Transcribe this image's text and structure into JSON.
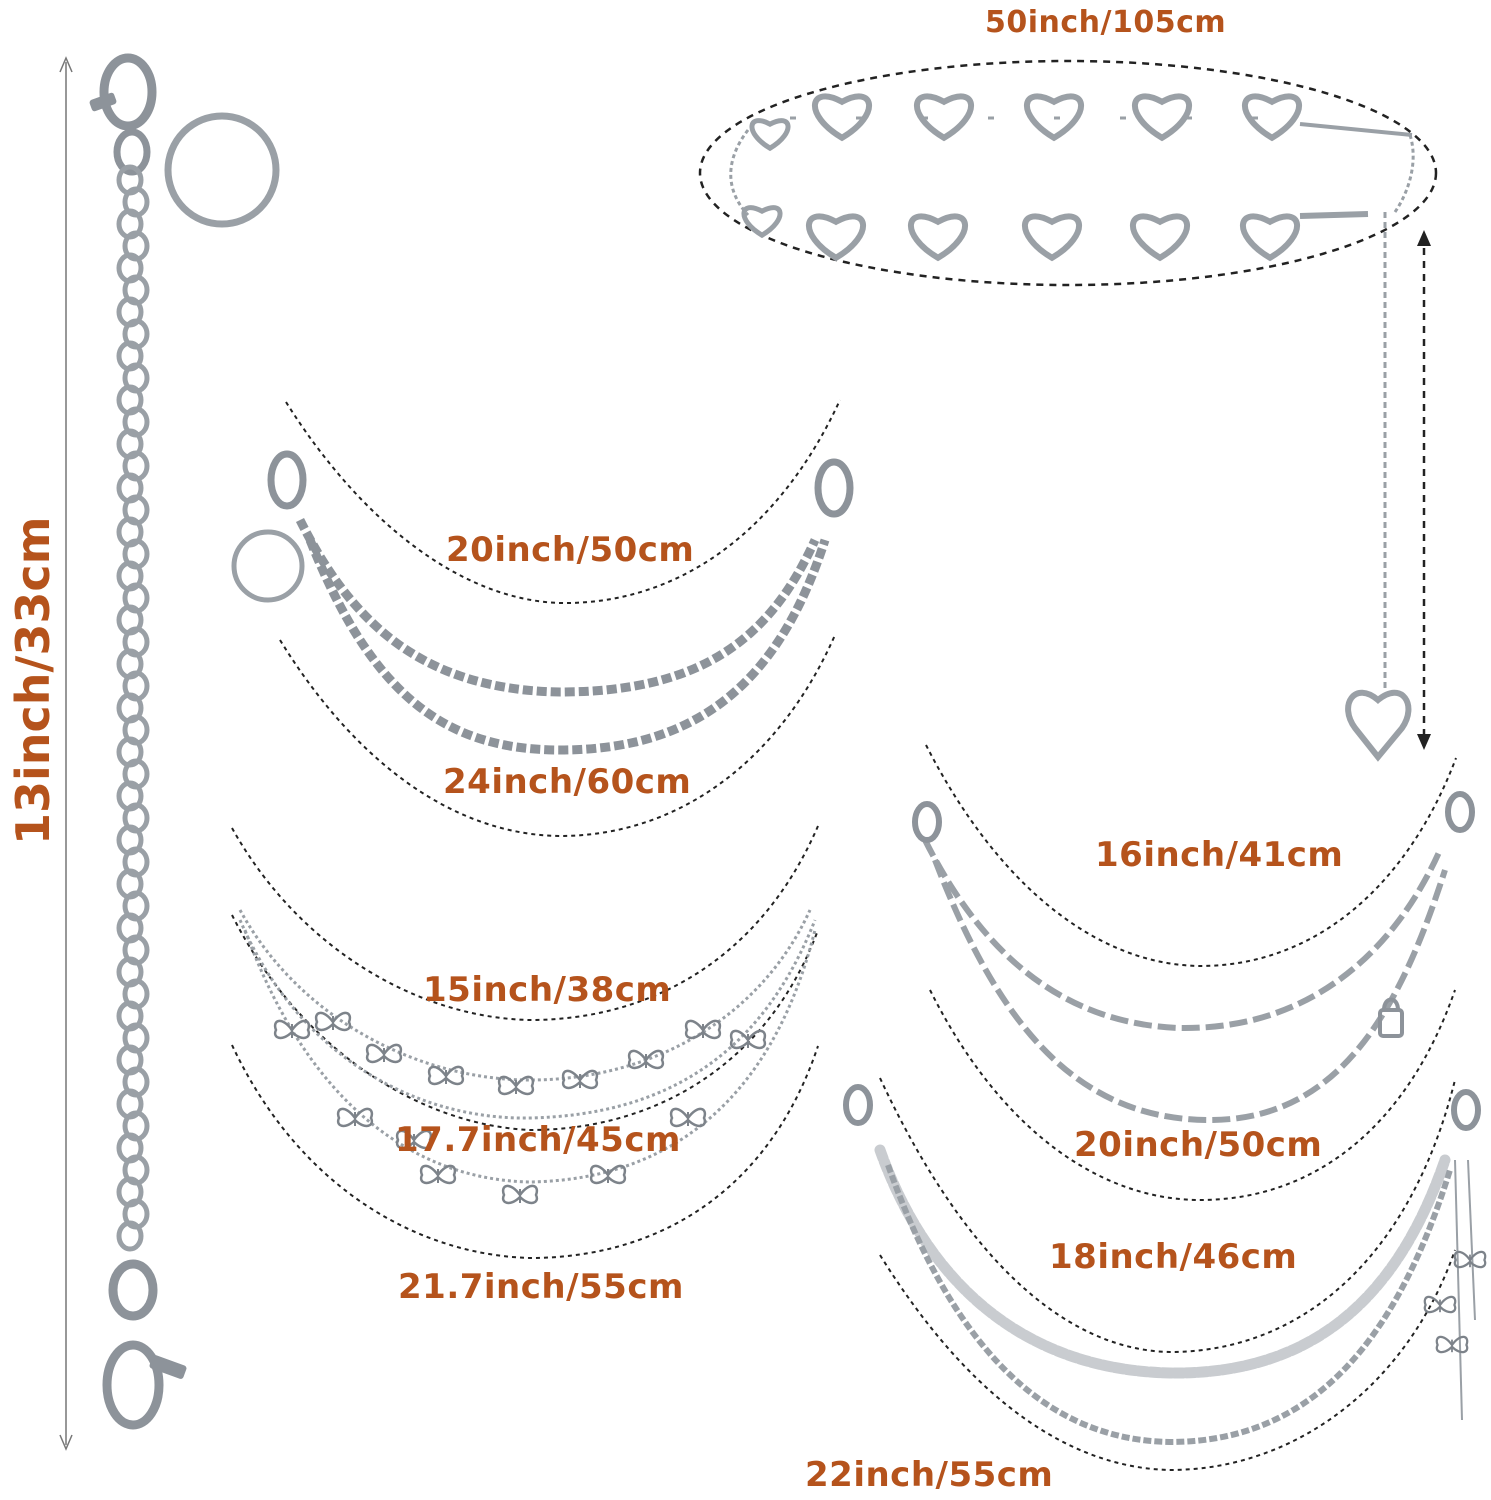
{
  "colors": {
    "label": "#b5531c",
    "metal": "#9aa0a6",
    "metal_dark": "#5d6268",
    "guide": "#222222"
  },
  "products": [
    {
      "id": "long-keychain",
      "label": "13inch/33cm"
    },
    {
      "id": "heart-waist-chain",
      "label": "50inch/105cm"
    },
    {
      "id": "double-curb-chain",
      "labels": [
        "20inch/50cm",
        "24inch/60cm"
      ]
    },
    {
      "id": "butterfly-chain",
      "labels": [
        "15inch/38cm",
        "17.7inch/45cm",
        "21.7inch/55cm"
      ]
    },
    {
      "id": "paperclip-lock-chain",
      "labels": [
        "16inch/41cm",
        "20inch/50cm"
      ]
    },
    {
      "id": "pearl-curb-chain",
      "labels": [
        "18inch/46cm",
        "22inch/55cm"
      ]
    }
  ]
}
